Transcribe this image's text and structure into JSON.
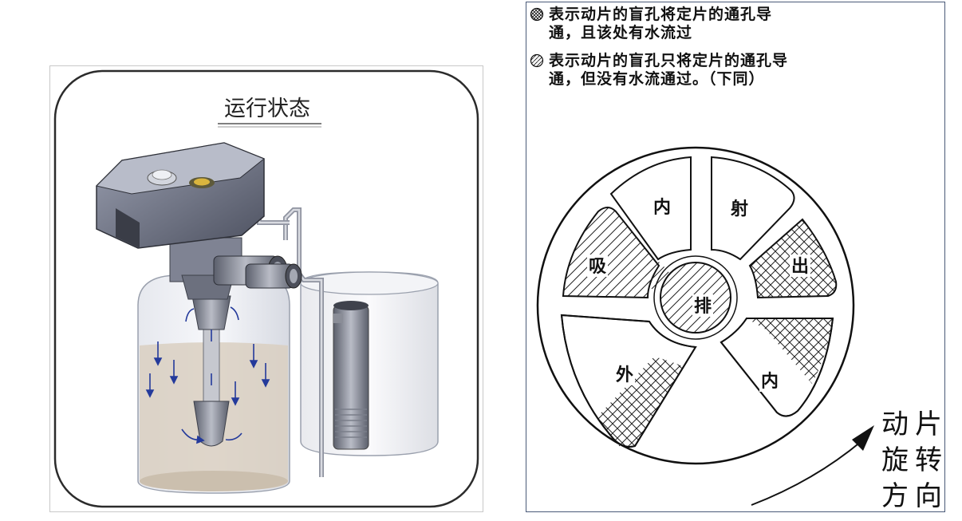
{
  "left_panel": {
    "title": "运行状态"
  },
  "right_panel": {
    "legend": [
      {
        "icon": "crosshatch-circle-icon",
        "line1": "表示动片的盲孔将定片的通孔导",
        "line2": "通，且该处有水流过"
      },
      {
        "icon": "hatch-circle-icon",
        "line1": "表示动片的盲孔只将定片的通孔导",
        "line2": "通，但没有水流通过。（下同）"
      }
    ],
    "disc": {
      "center_label": "排",
      "segments": [
        "内",
        "射",
        "出",
        "内",
        "外",
        "吸"
      ]
    },
    "rotation_label": {
      "col1": [
        "动",
        "旋",
        "方"
      ],
      "col2": [
        "片",
        "转",
        "向"
      ]
    }
  }
}
